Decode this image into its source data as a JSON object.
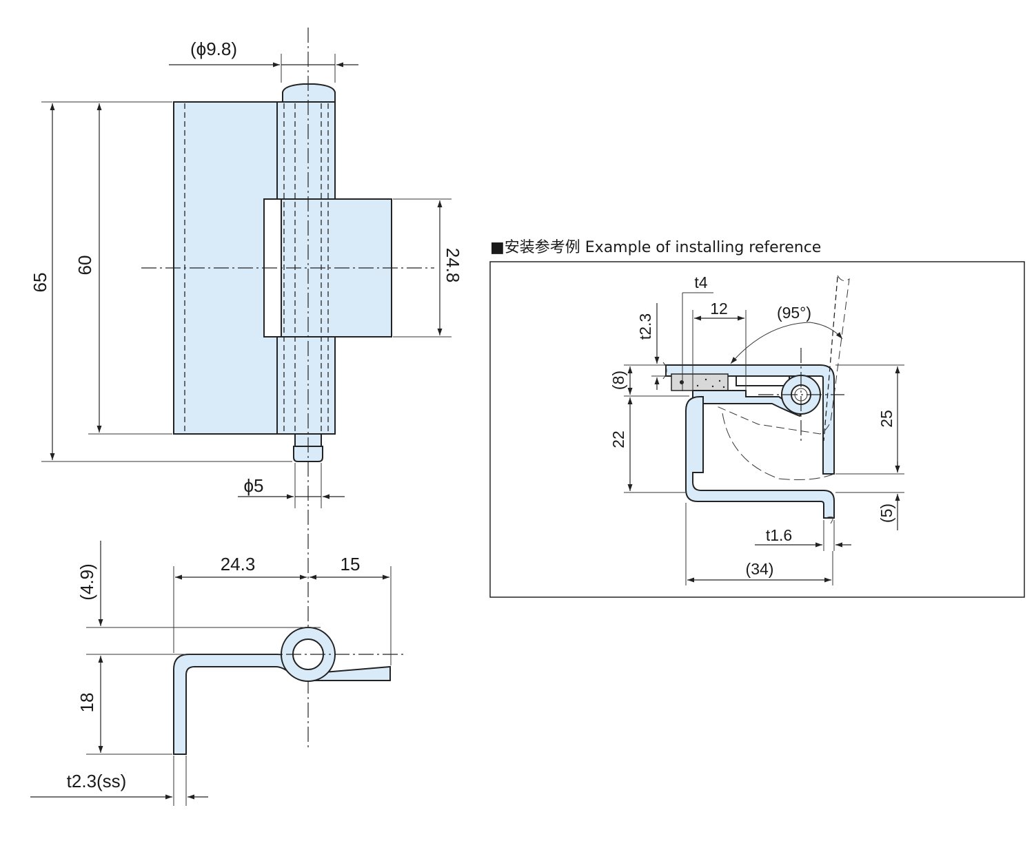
{
  "front_view": {
    "dim_pin_head_dia": "(ϕ9.8)",
    "dim_total_height": "65",
    "dim_leaf_height": "60",
    "dim_knuckle_height": "24.8",
    "dim_pin_dia": "ϕ5"
  },
  "side_view": {
    "dim_offset": "(4.9)",
    "dim_leaf_width_left": "24.3",
    "dim_leaf_width_right": "15",
    "dim_leg_height": "18",
    "dim_thickness": "t2.3(ss)"
  },
  "install_example": {
    "title": "■安装参考例 Example of installing reference",
    "dim_t4": "t4",
    "dim_12": "12",
    "dim_angle": "(95°)",
    "dim_t23": "t2.3",
    "dim_8": "(8)",
    "dim_22": "22",
    "dim_25": "25",
    "dim_5": "(5)",
    "dim_t16": "t1.6",
    "dim_34": "(34)"
  },
  "colors": {
    "part_fill": "#d9ebf8",
    "line": "#222222"
  }
}
